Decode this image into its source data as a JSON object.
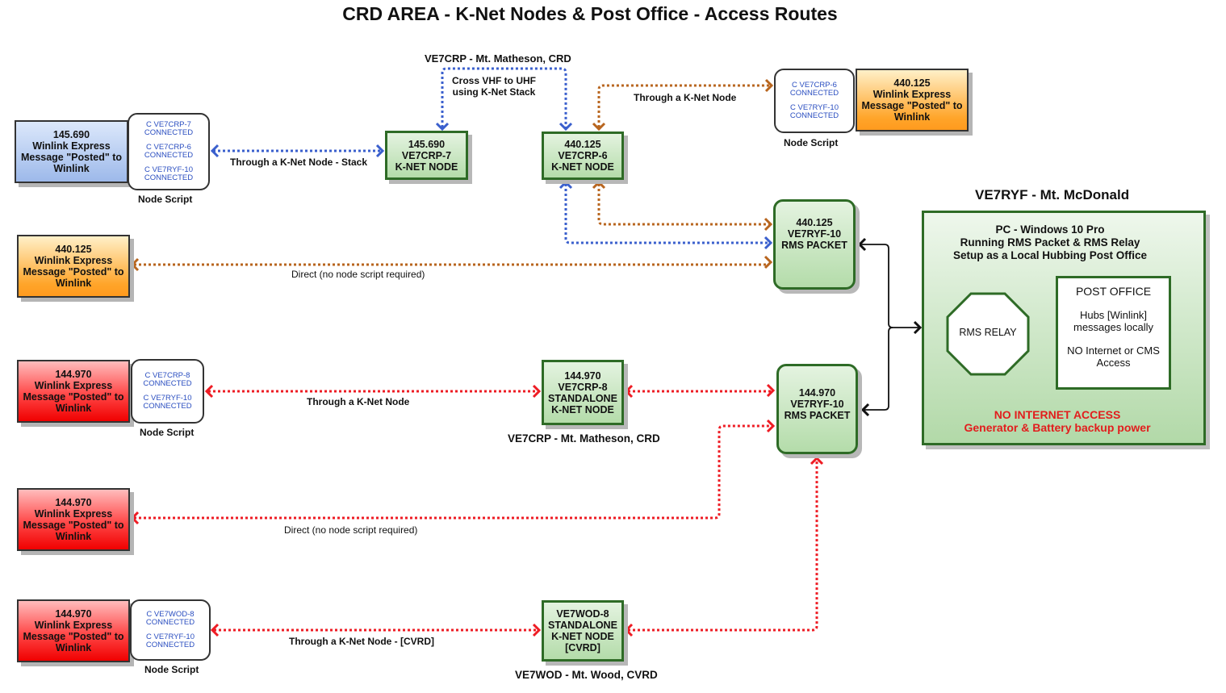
{
  "title": "CRD AREA - K-Net Nodes & Post Office - Access Routes",
  "colors": {
    "blue_route": "#3a5fcd",
    "orange_route": "#b8651e",
    "red_route": "#ee1c24",
    "node_border": "#2e6b26",
    "script_text": "#2a4ec0",
    "warning_text": "#e21d1d"
  },
  "clients": [
    {
      "freq": "145.690",
      "line1": "Winlink Express",
      "line2": "Message \"Posted\" to",
      "line3": "Winlink",
      "color": "blue"
    },
    {
      "freq": "440.125",
      "line1": "Winlink Express",
      "line2": "Message \"Posted\" to",
      "line3": "Winlink",
      "color": "orange"
    },
    {
      "freq": "440.125",
      "line1": "Winlink Express",
      "line2": "Message \"Posted\" to",
      "line3": "Winlink",
      "color": "orange"
    },
    {
      "freq": "144.970",
      "line1": "Winlink Express",
      "line2": "Message \"Posted\" to",
      "line3": "Winlink",
      "color": "red"
    },
    {
      "freq": "144.970",
      "line1": "Winlink Express",
      "line2": "Message \"Posted\" to",
      "line3": "Winlink",
      "color": "red"
    },
    {
      "freq": "144.970",
      "line1": "Winlink Express",
      "line2": "Message \"Posted\" to",
      "line3": "Winlink",
      "color": "red"
    }
  ],
  "node_scripts": [
    {
      "caption": "Node Script",
      "lines": [
        [
          "C VE7CRP-7",
          "CONNECTED"
        ],
        [
          "C VE7CRP-6",
          "CONNECTED"
        ],
        [
          "C VE7RYF-10",
          "CONNECTED"
        ]
      ]
    },
    {
      "caption": "Node Script",
      "lines": [
        [
          "C VE7CRP-6",
          "CONNECTED"
        ],
        [
          "C VE7RYF-10",
          "CONNECTED"
        ]
      ]
    },
    {
      "caption": "Node Script",
      "lines": [
        [
          "C VE7CRP-8",
          "CONNECTED"
        ],
        [
          "C VE7RYF-10",
          "CONNECTED"
        ]
      ]
    },
    {
      "caption": "Node Script",
      "lines": [
        [
          "C VE7WOD-8",
          "CONNECTED"
        ],
        [
          "C VE7RYF-10",
          "CONNECTED"
        ]
      ]
    }
  ],
  "knet_nodes": [
    {
      "lines": [
        "145.690",
        "VE7CRP-7",
        "K-NET NODE"
      ]
    },
    {
      "lines": [
        "440.125",
        "VE7CRP-6",
        "K-NET NODE"
      ]
    },
    {
      "lines": [
        "144.970",
        "VE7CRP-8",
        "STANDALONE",
        "K-NET NODE"
      ]
    },
    {
      "lines": [
        "VE7WOD-8",
        "STANDALONE",
        "K-NET NODE",
        "[CVRD]"
      ]
    }
  ],
  "rms_packets": [
    {
      "lines": [
        "440.125",
        "VE7RYF-10",
        "RMS PACKET"
      ]
    },
    {
      "lines": [
        "144.970",
        "VE7RYF-10",
        "RMS PACKET"
      ]
    }
  ],
  "locations": {
    "crp_top": "VE7CRP - Mt. Matheson, CRD",
    "crp_mid": "VE7CRP - Mt. Matheson, CRD",
    "wod": "VE7WOD - Mt. Wood, CVRD",
    "ryf": "VE7RYF - Mt. McDonald"
  },
  "route_labels": {
    "stack": "Through a K-Net Node - Stack",
    "cross": [
      "Cross VHF to UHF",
      "using K-Net Stack"
    ],
    "through_top": "Through a K-Net Node",
    "direct_orange": "Direct  (no node script required)",
    "through_mid": "Through a K-Net Node",
    "direct_red": "Direct  (no node script required)",
    "through_cvrd": "Through a K-Net Node - [CVRD]"
  },
  "post_office_site": {
    "pc_lines": [
      "PC - Windows 10 Pro",
      "Running RMS Packet & RMS Relay",
      "Setup as a Local Hubbing Post Office"
    ],
    "relay": "RMS RELAY",
    "po_title": "POST OFFICE",
    "po_lines1": [
      "Hubs [Winlink]",
      "messages locally"
    ],
    "po_lines2": [
      "NO Internet or CMS",
      "Access"
    ],
    "warning": [
      "NO INTERNET ACCESS",
      "Generator & Battery backup power"
    ]
  }
}
